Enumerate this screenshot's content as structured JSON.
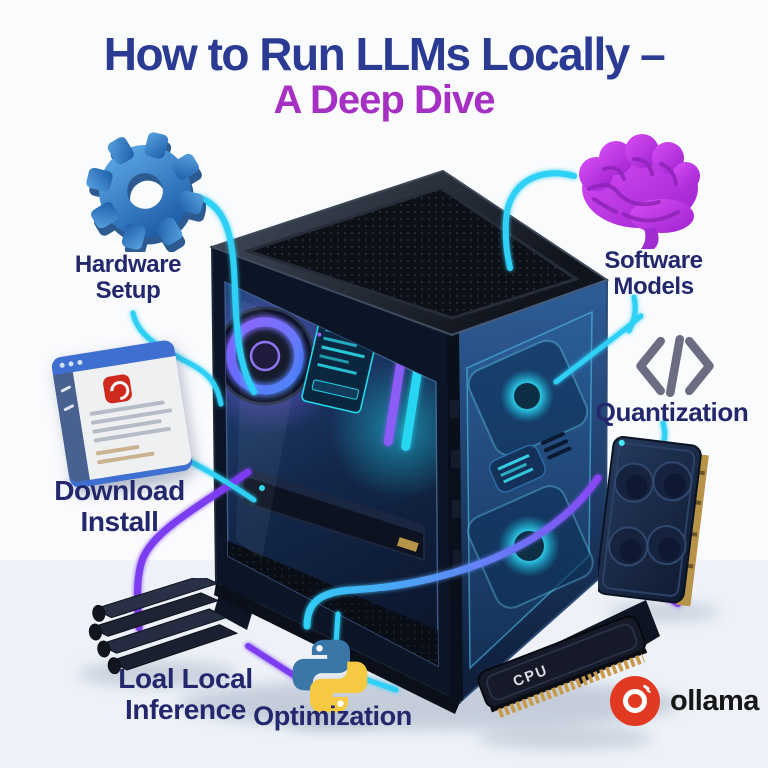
{
  "title": {
    "line1": "How to Run LLMs Locally –",
    "line2": "A Deep Dive"
  },
  "labels": {
    "hardware_setup": {
      "line1": "Hardware",
      "line2": "Setup"
    },
    "software_models": {
      "line1": "Software",
      "line2": "Models"
    },
    "quantization": {
      "line1": "Quantization"
    },
    "download_install": {
      "line1": "Download",
      "line2": "Install"
    },
    "local_inference": {
      "line1": "Loal Local",
      "line2": "Inference"
    },
    "optimization": {
      "line1": "Optimization"
    }
  },
  "branding": {
    "ollama": "ollama"
  },
  "hardware": {
    "ram_chip_label": "CPU"
  },
  "icons": {
    "gear": "gear-icon",
    "brain": "brain-icon",
    "code": "code-brackets-icon",
    "browser": "browser-download-icon",
    "heatsink": "heatsink-icon",
    "python": "python-logo-icon",
    "gpu": "gpu-card-icon",
    "ram": "ram-stick-icon",
    "ollama": "ollama-logo-icon",
    "case": "pc-case-illustration"
  },
  "colors": {
    "title_primary": "#2b3a93",
    "title_accent": "#a62fc4",
    "label_text": "#23276b",
    "line_cyan": "#2fd0f5",
    "line_purple": "#7c3cf0",
    "gear_blue": "#2f74c0",
    "brain_magenta": "#c13fe0",
    "python_blue": "#3b76a8",
    "python_yellow": "#f6c942",
    "ollama_red": "#e23a22",
    "case_body": "#141d2e",
    "fan_glow": "#35e6ff"
  }
}
